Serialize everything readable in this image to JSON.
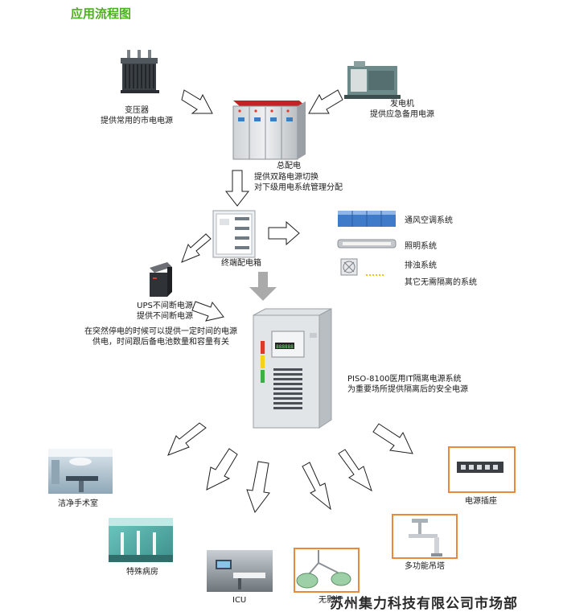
{
  "title": "应用流程图",
  "transformer": {
    "name": "变压器",
    "desc": "提供常用的市电电源"
  },
  "generator": {
    "name": "发电机",
    "desc": "提供应急备用电源"
  },
  "main_panel": {
    "name": "总配电",
    "desc1": "提供双路电源切换",
    "desc2": "对下级用电系统管理分配"
  },
  "terminal_box": {
    "name": "终端配电箱"
  },
  "non_isolated": {
    "items": [
      "通风空调系统",
      "照明系统",
      "排浊系统",
      "其它无需隔离的系统"
    ]
  },
  "ups": {
    "line1": "UPS不间断电源",
    "line2": "提供不间断电源",
    "line3": "在突然停电的时候可以提供一定时间的电源",
    "line4": "供电，时间跟后备电池数量和容量有关"
  },
  "piso": {
    "label": "PISO-8100医用IT隔离电源系统",
    "desc": "为重要场所提供隔离后的安全电源",
    "display_text": "888888"
  },
  "destinations": {
    "operating_room": "洁净手术室",
    "special_ward": "特殊病房",
    "icu": "ICU",
    "shadowless_lamp": "无影灯",
    "multi_pendant": "多功能吊塔",
    "power_socket": "电源插座"
  },
  "footer": "苏州集力科技有限公司市场部",
  "colors": {
    "title_green": "#4caf1e",
    "highlight_orange": "#e88a3a",
    "arrow_gray": "#aaaaaa",
    "indicator_red": "#d93a2b",
    "indicator_yellow": "#f2d21b",
    "indicator_green": "#3fae49"
  }
}
